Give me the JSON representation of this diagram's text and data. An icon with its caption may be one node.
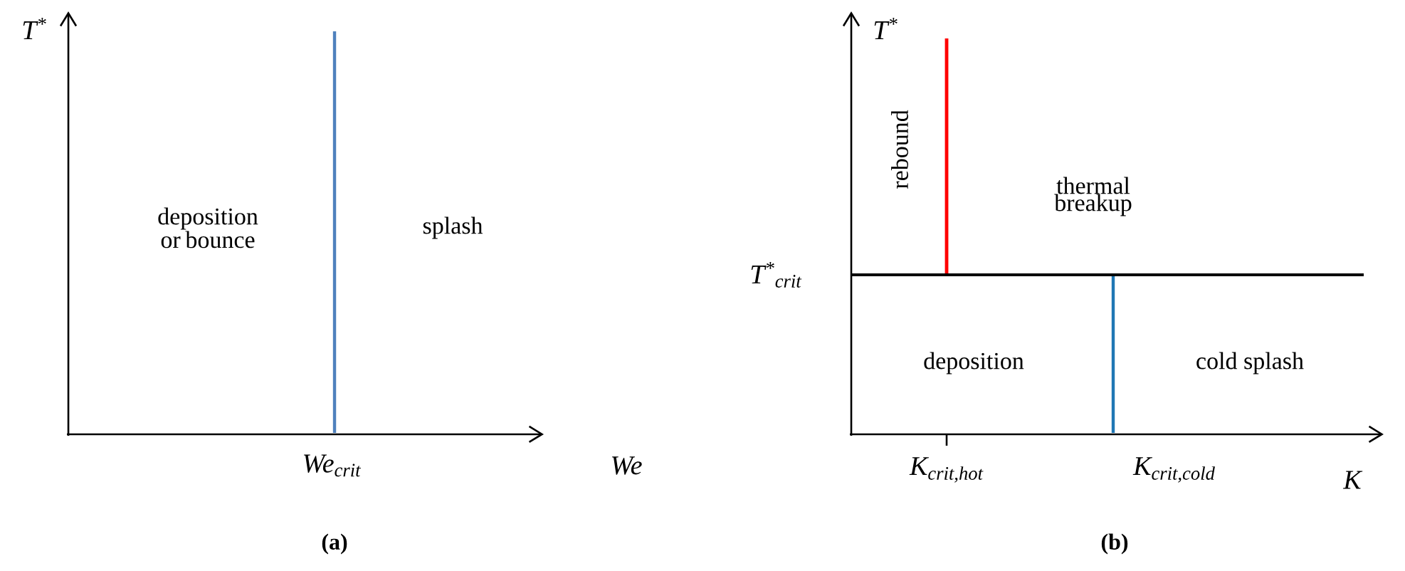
{
  "diagram": {
    "labels": [
      "T$^{*}$",
      "deposition or bounce",
      "splash",
      "We$_{crit}$",
      "We",
      "(a)",
      "T$^{*}$",
      "rebound",
      "thermal breakup",
      "T$^{*}$$_{crit}$",
      "deposition",
      "cold splash",
      "K$_{crit,hot}$",
      "K$_{crit,cold}$",
      "K",
      "(b)"
    ]
  }
}
